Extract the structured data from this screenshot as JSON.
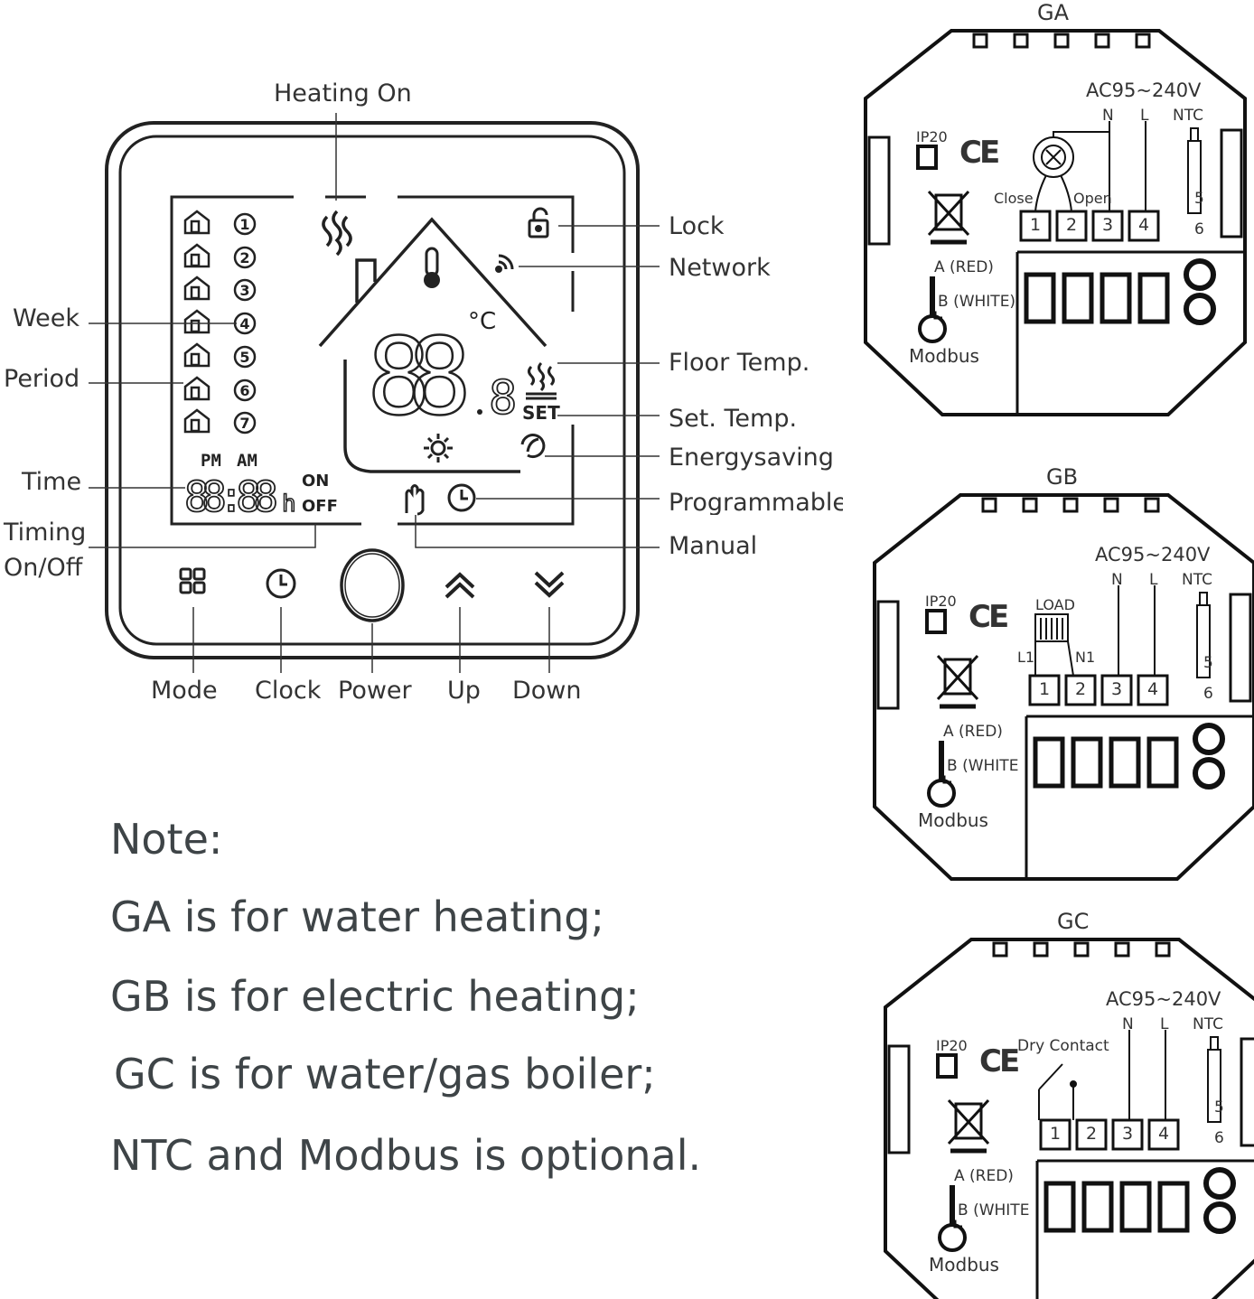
{
  "thermostat": {
    "callouts": {
      "heating_on": "Heating On",
      "lock": "Lock",
      "network": "Network",
      "week": "Week",
      "period": "Period",
      "floor_temp": "Floor Temp.",
      "set_temp": "Set. Temp.",
      "energy_saving": "Energysaving",
      "time": "Time",
      "programmable": "Programmable",
      "timing_line1": "Timing",
      "timing_line2": "On/Off",
      "manual": "Manual"
    },
    "buttons": {
      "mode": "Mode",
      "clock": "Clock",
      "power": "Power",
      "up": "Up",
      "down": "Down"
    },
    "display": {
      "day_numbers": [
        "1",
        "2",
        "3",
        "4",
        "5",
        "6",
        "7"
      ],
      "pm": "PM",
      "am": "AM",
      "time_digits": "88:88",
      "hour_unit": "h",
      "on": "ON",
      "off": "OFF",
      "temp_digits": "88",
      "temp_decimal": "8",
      "celsius": "°C",
      "set": "SET"
    }
  },
  "wiring": {
    "ga": {
      "title": "GA",
      "voltage": "AC95~240V",
      "n": "N",
      "l": "L",
      "ntc": "NTC",
      "ip": "IP20",
      "ce": "CE",
      "close": "Close",
      "open": "Open",
      "terminals": [
        "1",
        "2",
        "3",
        "4"
      ],
      "ntc_pins": [
        "5",
        "6"
      ],
      "a_red": "A (RED)",
      "b_white": "B (WHITE)",
      "modbus": "Modbus"
    },
    "gb": {
      "title": "GB",
      "voltage": "AC95~240V",
      "n": "N",
      "l": "L",
      "ntc": "NTC",
      "ip": "IP20",
      "ce": "CE",
      "load": "LOAD",
      "l1": "L1",
      "n1": "N1",
      "terminals": [
        "1",
        "2",
        "3",
        "4"
      ],
      "ntc_pins": [
        "5",
        "6"
      ],
      "a_red": "A (RED)",
      "b_white": "B (WHITE",
      "modbus": "Modbus"
    },
    "gc": {
      "title": "GC",
      "voltage": "AC95~240V",
      "n": "N",
      "l": "L",
      "ntc": "NTC",
      "ip": "IP20",
      "ce": "CE",
      "dry_contact": "Dry Contact",
      "terminals": [
        "1",
        "2",
        "3",
        "4"
      ],
      "ntc_pins": [
        "5",
        "6"
      ],
      "a_red": "A (RED)",
      "b_white": "B (WHITE",
      "modbus": "Modbus"
    }
  },
  "notes": {
    "heading": "Note:",
    "lines": [
      "GA is for water heating;",
      "GB is for electric heating;",
      "GC is for water/gas boiler;",
      "NTC and Modbus is optional."
    ]
  }
}
